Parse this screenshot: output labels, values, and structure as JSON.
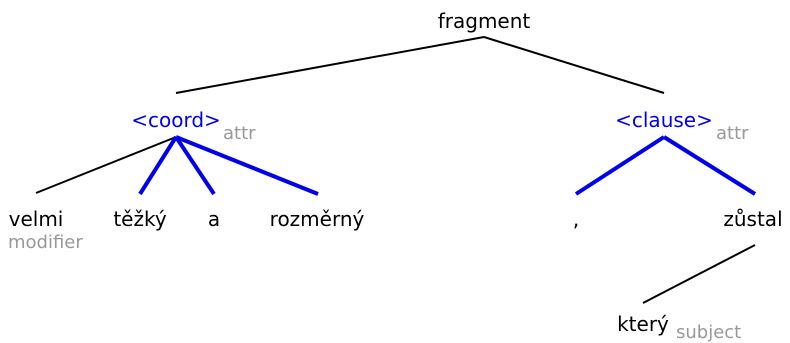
{
  "tree": {
    "colors": {
      "word": "#000000",
      "structure": "#0000ee",
      "role": "#999999"
    },
    "root": {
      "label": "fragment"
    },
    "coord": {
      "label": "<coord>",
      "role": "attr"
    },
    "clause": {
      "label": "<clause>",
      "role": "attr"
    },
    "words": {
      "velmi": {
        "label": "velmi",
        "role": "modifier"
      },
      "tezky": {
        "label": "těžký"
      },
      "a": {
        "label": "a"
      },
      "rozmerny": {
        "label": "rozměrný"
      },
      "comma": {
        "label": ","
      },
      "zustal": {
        "label": "zůstal"
      },
      "ktery": {
        "label": "který",
        "role": "subject"
      }
    }
  }
}
